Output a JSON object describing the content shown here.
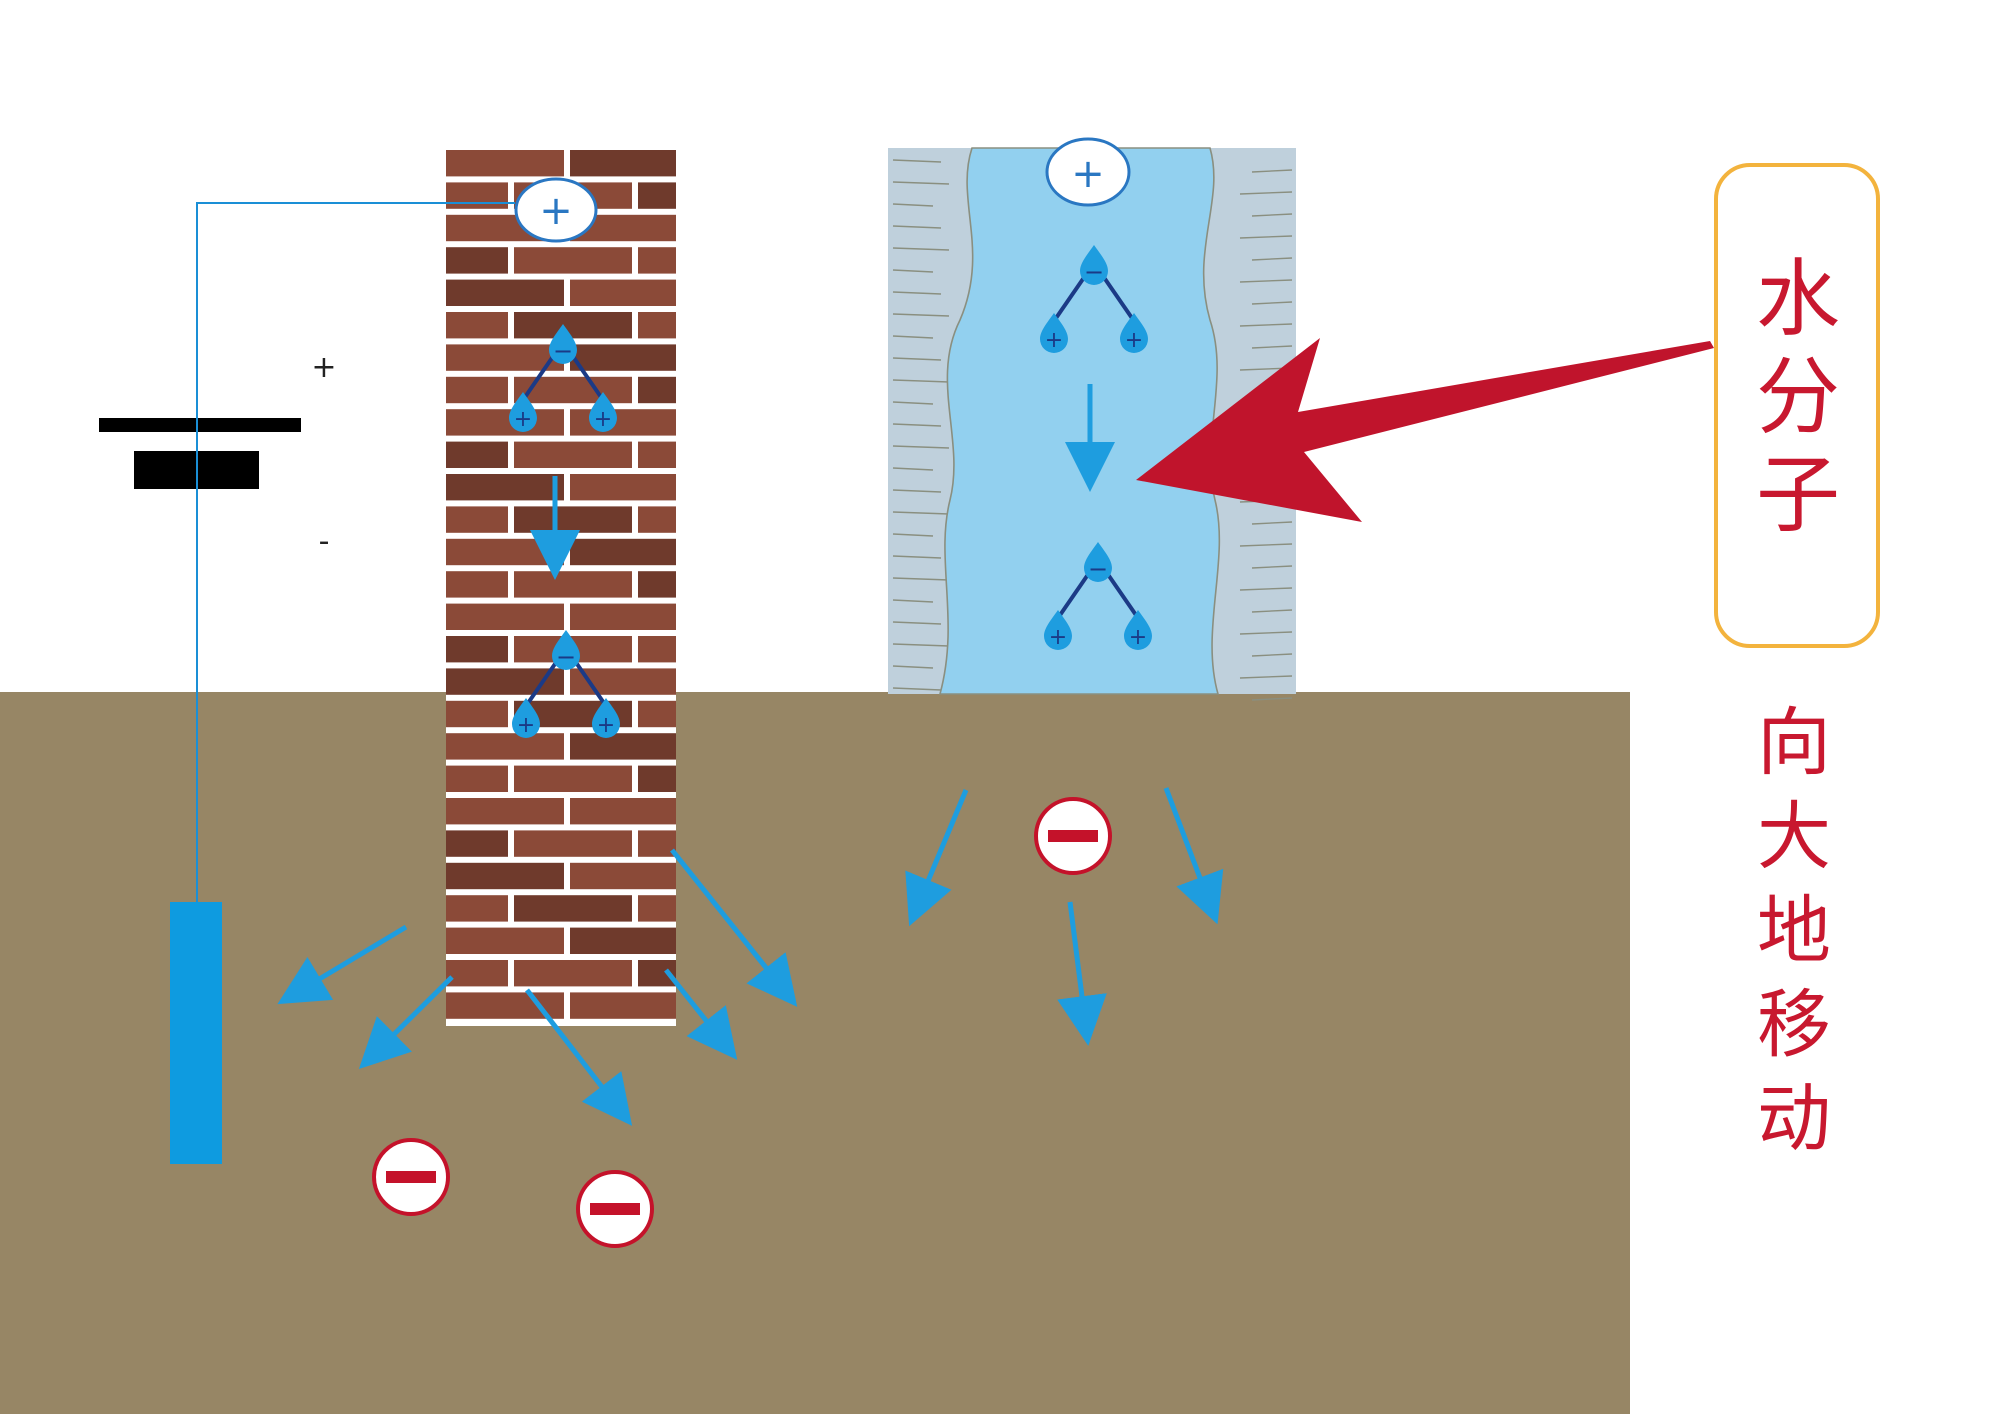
{
  "battery": {
    "positive_sign": "+",
    "negative_sign": "-"
  },
  "ions": {
    "positive_symbol": "+",
    "negative_symbol": "−",
    "hydrogen_symbol": "+"
  },
  "callout": {
    "label_chars": [
      "水",
      "分",
      "子"
    ]
  },
  "caption": {
    "chars": [
      "向",
      "大",
      "地",
      "移",
      "动"
    ]
  },
  "colors": {
    "soil": "#978665",
    "brick": "#8b4a38",
    "brick_dark": "#6f3a2c",
    "mortar": "#ffffff",
    "water": "#92d0ef",
    "wood": "#bfd0dc",
    "wire": "#1a8fd6",
    "electrode": "#0e9be0",
    "arrow": "#1e9ddf",
    "callout_red": "#c0142c",
    "callout_border": "#f3b33d",
    "label_red": "#c8182f",
    "anion_red": "#c4122a",
    "ion_blue": "#2a77c2",
    "bond": "#1b3a86"
  }
}
